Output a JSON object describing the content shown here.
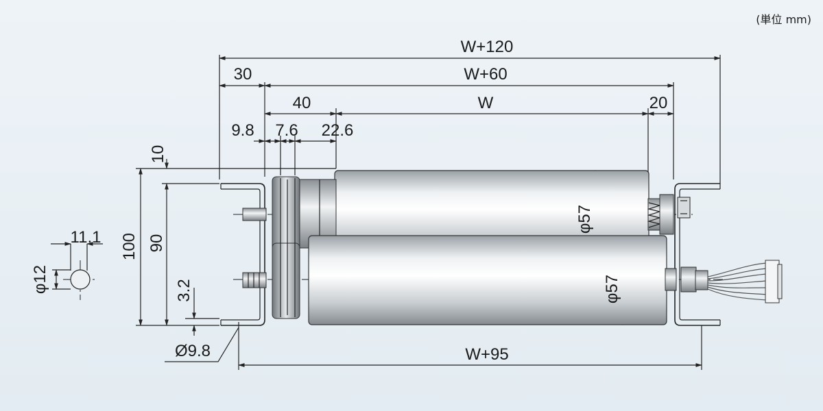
{
  "unit_note": "(単位 mm)",
  "dimensions": {
    "w_plus_120": "W+120",
    "w_plus_60": "W+60",
    "d30": "30",
    "d40": "40",
    "w": "W",
    "d20": "20",
    "d9_8": "9.8",
    "d7_6": "7.6",
    "d22_6": "22.6",
    "d10": "10",
    "d100": "100",
    "d90": "90",
    "d3_2": "3.2",
    "d11_1": "11.1",
    "phi12": "φ12",
    "hole9_8": "Ø9.8",
    "phi57_upper": "φ57",
    "phi57_lower": "φ57",
    "w_plus_95": "W+95"
  },
  "colors": {
    "background": "#e8eff4",
    "line": "#222222",
    "roller_highlight": "#ffffff",
    "roller_shadow": "#8e9499"
  }
}
